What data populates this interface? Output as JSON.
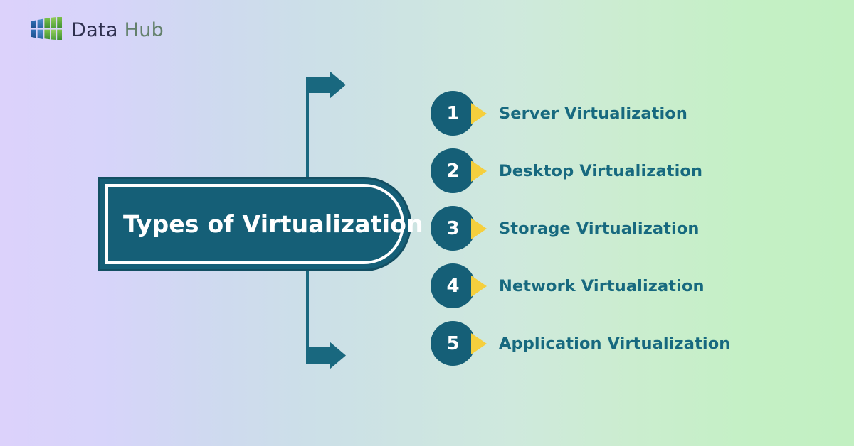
{
  "brand": {
    "logo_icon": "data-hub-grid-logo",
    "name_primary": "Data",
    "name_secondary": "Hub",
    "color_primary": "#2e2f4e",
    "color_secondary": "#63806b"
  },
  "title": {
    "text": "Types of Virtualization",
    "fill_color": "#155f77",
    "text_color": "#ffffff",
    "inner_border_color": "#ffffff",
    "outer_border_color": "#134f63"
  },
  "connector": {
    "arrow_top_icon": "arrow-right-icon",
    "arrow_bottom_icon": "arrow-right-icon",
    "color": "#19687f"
  },
  "colors": {
    "background_left": "#dcd2fb",
    "background_middle": "#cde4e2",
    "background_right": "#c2f0c2",
    "teal": "#155f77",
    "label_teal": "#17697f",
    "accent_yellow": "#f5cf3d"
  },
  "list": {
    "items": [
      {
        "number": "1",
        "label": "Server Virtualization"
      },
      {
        "number": "2",
        "label": "Desktop Virtualization"
      },
      {
        "number": "3",
        "label": "Storage Virtualization"
      },
      {
        "number": "4",
        "label": "Network Virtualization"
      },
      {
        "number": "5",
        "label": "Application Virtualization"
      }
    ]
  }
}
